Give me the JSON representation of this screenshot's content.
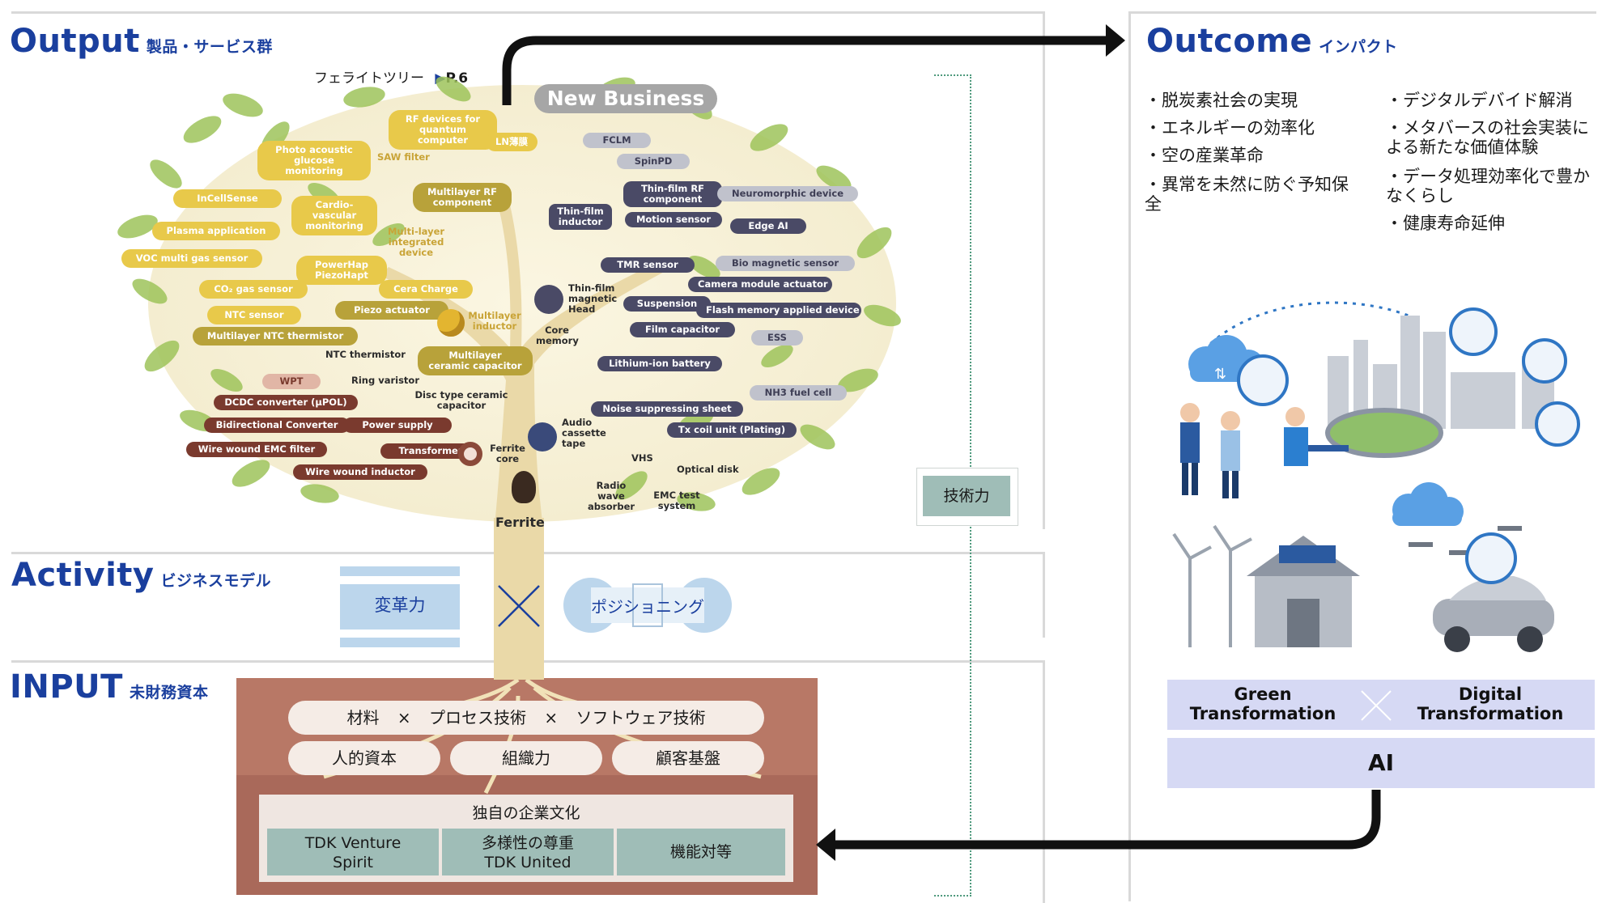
{
  "output": {
    "title": "Output",
    "subtitle": "製品・サービス群",
    "ferrite_link": "フェライトツリー",
    "page_ref": "P.6"
  },
  "activity": {
    "title": "Activity",
    "subtitle": "ビジネスモデル",
    "left": "変革力",
    "right": "ポジショニング"
  },
  "input": {
    "title": "INPUT",
    "subtitle": "未財務資本"
  },
  "outcome": {
    "title": "Outcome",
    "subtitle": "インパクト",
    "left_items": [
      "脱炭素社会の実現",
      "エネルギーの効率化",
      "空の産業革命",
      "異常を未然に防ぐ予知保全"
    ],
    "right_items": [
      "デジタルデバイド解消",
      "メタバースの社会実装による新たな価値体験",
      "データ処理効率化で豊かなくらし",
      "健康寿命延伸"
    ],
    "green": "Green Transformation",
    "digital": "Digital Transformation",
    "ai": "AI"
  },
  "tech_label": "技術力",
  "new_business": "New Business",
  "tree_labels": {
    "rf_quantum": "RF devices for quantum computer",
    "ln": "LN薄膜",
    "photo_acoustic": "Photo acoustic glucose monitoring",
    "saw": "SAW filter",
    "incellsense": "InCellSense",
    "cardio": "Cardio-vascular monitoring",
    "multilayer_rf": "Multilayer RF component",
    "plasma": "Plasma application",
    "multilayer_integrated": "Multi-layer integrated device",
    "voc": "VOC multi gas sensor",
    "powerhap": "PowerHap PiezoHapt",
    "co2": "CO₂ gas sensor",
    "cera_charge": "Cera Charge",
    "ntc_sensor": "NTC sensor",
    "piezo_actuator": "Piezo actuator",
    "multilayer_ntc": "Multilayer NTC thermistor",
    "multilayer_inductor": "Multilayer inductor",
    "ntc_thermistor": "NTC thermistor",
    "multilayer_cap": "Multilayer ceramic capacitor",
    "wpt": "WPT",
    "ring_varistor": "Ring varistor",
    "dcdc": "DCDC converter (μPOL)",
    "disc_cap": "Disc type ceramic capacitor",
    "bidirectional": "Bidirectional Converter",
    "power_supply": "Power supply",
    "wire_emc": "Wire wound EMC filter",
    "transformer": "Transformer",
    "ferrite_core": "Ferrite core",
    "wire_inductor": "Wire wound inductor",
    "ferrite": "Ferrite",
    "fclm": "FCLM",
    "spinpd": "SpinPD",
    "thin_film_inductor": "Thin-film inductor",
    "thin_film_rf": "Thin-film RF component",
    "neuromorphic": "Neuromorphic device",
    "motion_sensor": "Motion sensor",
    "edge_ai": "Edge AI",
    "tmr": "TMR sensor",
    "bio_magnetic": "Bio magnetic sensor",
    "thin_film_head": "Thin-film magnetic Head",
    "camera_actuator": "Camera module actuator",
    "suspension": "Suspension",
    "flash_memory": "Flash memory applied device",
    "core_memory": "Core memory",
    "film_cap": "Film capacitor",
    "ess": "ESS",
    "lithium": "Lithium-ion battery",
    "nh3": "NH3 fuel cell",
    "noise_sheet": "Noise suppressing sheet",
    "audio_tape": "Audio cassette tape",
    "tx_coil": "Tx coil unit (Plating)",
    "vhs": "VHS",
    "optical_disk": "Optical disk",
    "radio_absorber": "Radio wave absorber",
    "emc_test": "EMC test system"
  },
  "roots": {
    "row1": [
      "材料",
      "×",
      "プロセス技術",
      "×",
      "ソフトウェア技術"
    ],
    "row2": [
      "人的資本",
      "組織力",
      "顧客基盤"
    ],
    "culture_title": "独自の企業文化",
    "culture_items": [
      "TDK Venture Spirit",
      "多様性の尊重 TDK United",
      "機能対等"
    ]
  },
  "colors": {
    "brand_blue": "#1a3f9e",
    "band": "#d6d9f4",
    "soil": "#a9695a",
    "teal": "#9fbdb7",
    "trunk": "#ead9a8"
  }
}
